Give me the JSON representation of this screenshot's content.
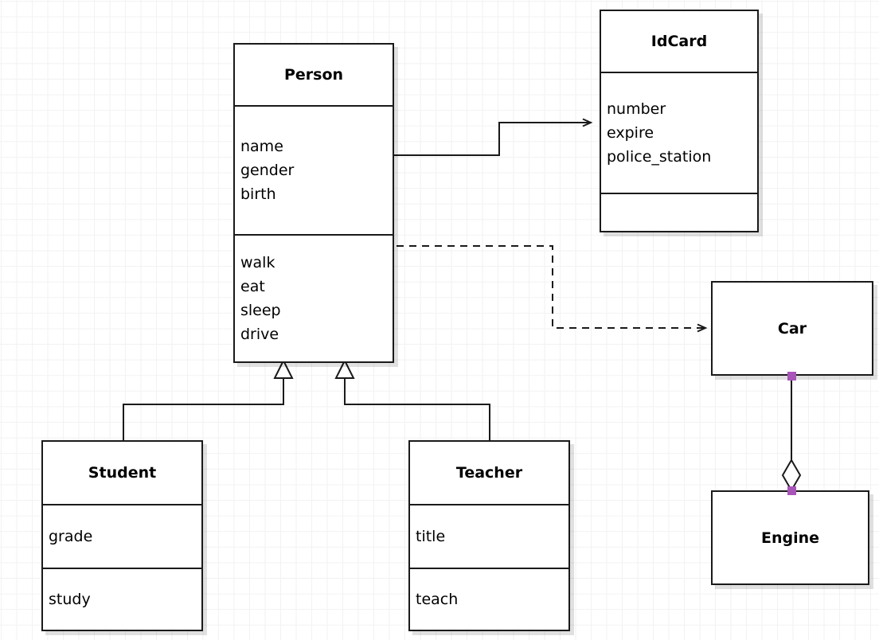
{
  "diagram": {
    "type": "uml-class-diagram",
    "background": "#ffffff",
    "grid_color": "#f2f2f2",
    "line_color": "#1a1a1a",
    "selection_handle_color": "#a855b8"
  },
  "classes": {
    "person": {
      "name": "Person",
      "attributes": [
        "name",
        "gender",
        "birth"
      ],
      "operations": [
        "walk",
        "eat",
        "sleep",
        "drive"
      ]
    },
    "idcard": {
      "name": "IdCard",
      "attributes": [
        "number",
        "expire",
        "police_station"
      ],
      "operations": []
    },
    "student": {
      "name": "Student",
      "attributes": [
        "grade"
      ],
      "operations": [
        "study"
      ]
    },
    "teacher": {
      "name": "Teacher",
      "attributes": [
        "title"
      ],
      "operations": [
        "teach"
      ]
    },
    "car": {
      "name": "Car",
      "attributes": [],
      "operations": []
    },
    "engine": {
      "name": "Engine",
      "attributes": [],
      "operations": []
    }
  },
  "relationships": [
    {
      "id": "person-idcard",
      "kind": "association",
      "from": "Person",
      "to": "IdCard",
      "line": "solid",
      "arrowhead": "open"
    },
    {
      "id": "person-car",
      "kind": "dependency",
      "from": "Person",
      "to": "Car",
      "line": "dashed",
      "arrowhead": "open"
    },
    {
      "id": "student-person",
      "kind": "generalization",
      "from": "Student",
      "to": "Person",
      "line": "solid",
      "arrowhead": "hollow-triangle"
    },
    {
      "id": "teacher-person",
      "kind": "generalization",
      "from": "Teacher",
      "to": "Person",
      "line": "solid",
      "arrowhead": "hollow-triangle"
    },
    {
      "id": "car-engine",
      "kind": "aggregation",
      "from": "Car",
      "to": "Engine",
      "line": "solid",
      "arrowhead": "hollow-diamond",
      "selected": true
    }
  ]
}
